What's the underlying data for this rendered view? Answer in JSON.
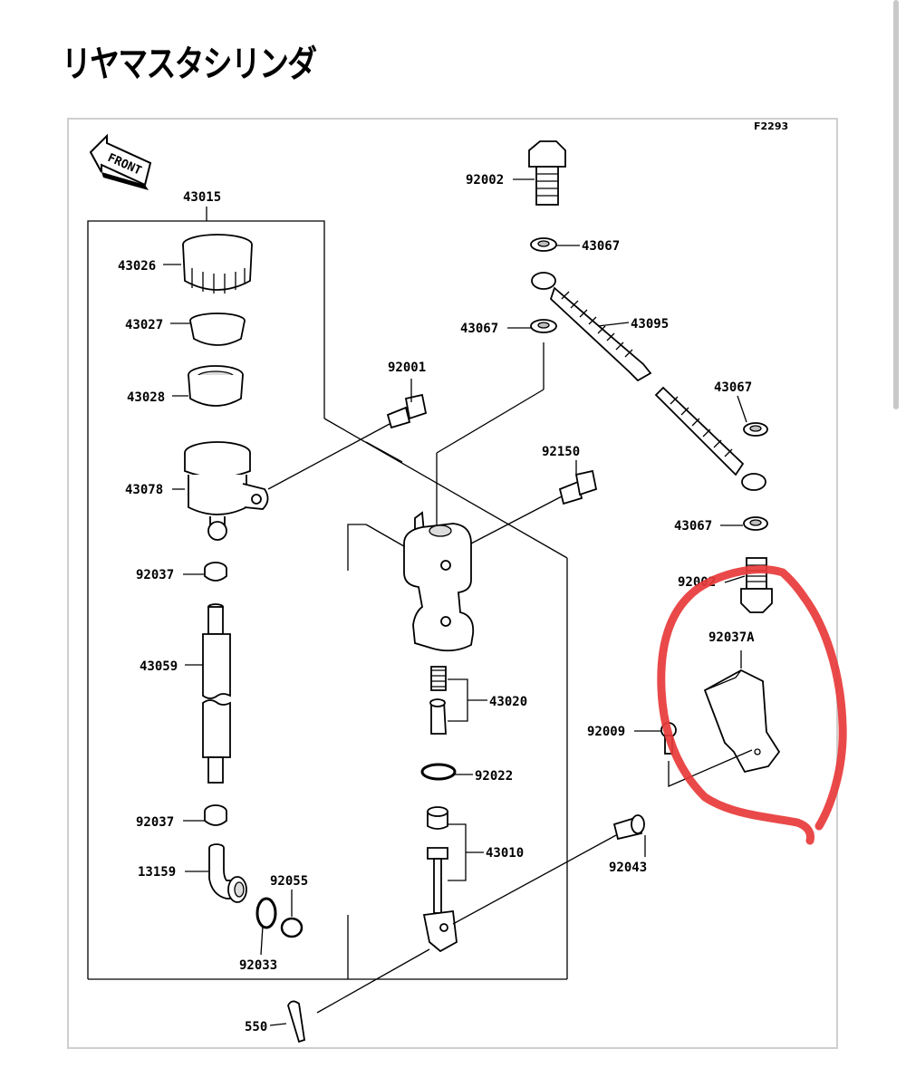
{
  "page": {
    "title": "リヤマスタシリンダ"
  },
  "diagram": {
    "figure_code": "F2293",
    "front_label": "FRONT",
    "parts": [
      {
        "id": "p43015",
        "number": "43015"
      },
      {
        "id": "p43026",
        "number": "43026"
      },
      {
        "id": "p43027",
        "number": "43027"
      },
      {
        "id": "p43028",
        "number": "43028"
      },
      {
        "id": "p43078",
        "number": "43078"
      },
      {
        "id": "p92037a",
        "number": "92037"
      },
      {
        "id": "p43059",
        "number": "43059"
      },
      {
        "id": "p92037b",
        "number": "92037"
      },
      {
        "id": "p13159",
        "number": "13159"
      },
      {
        "id": "p92055",
        "number": "92055"
      },
      {
        "id": "p92033",
        "number": "92033"
      },
      {
        "id": "p92001",
        "number": "92001"
      },
      {
        "id": "p92150",
        "number": "92150"
      },
      {
        "id": "p92002a",
        "number": "92002"
      },
      {
        "id": "p43067a",
        "number": "43067"
      },
      {
        "id": "p43067b",
        "number": "43067"
      },
      {
        "id": "p43095",
        "number": "43095"
      },
      {
        "id": "p43067c",
        "number": "43067"
      },
      {
        "id": "p43067d",
        "number": "43067"
      },
      {
        "id": "p92002b",
        "number": "92002"
      },
      {
        "id": "p92037A",
        "number": "92037A"
      },
      {
        "id": "p92009",
        "number": "92009"
      },
      {
        "id": "p43020",
        "number": "43020"
      },
      {
        "id": "p92022",
        "number": "92022"
      },
      {
        "id": "p43010",
        "number": "43010"
      },
      {
        "id": "p92043",
        "number": "92043"
      },
      {
        "id": "p550",
        "number": "550"
      }
    ],
    "highlight_color": "#e8393a"
  }
}
